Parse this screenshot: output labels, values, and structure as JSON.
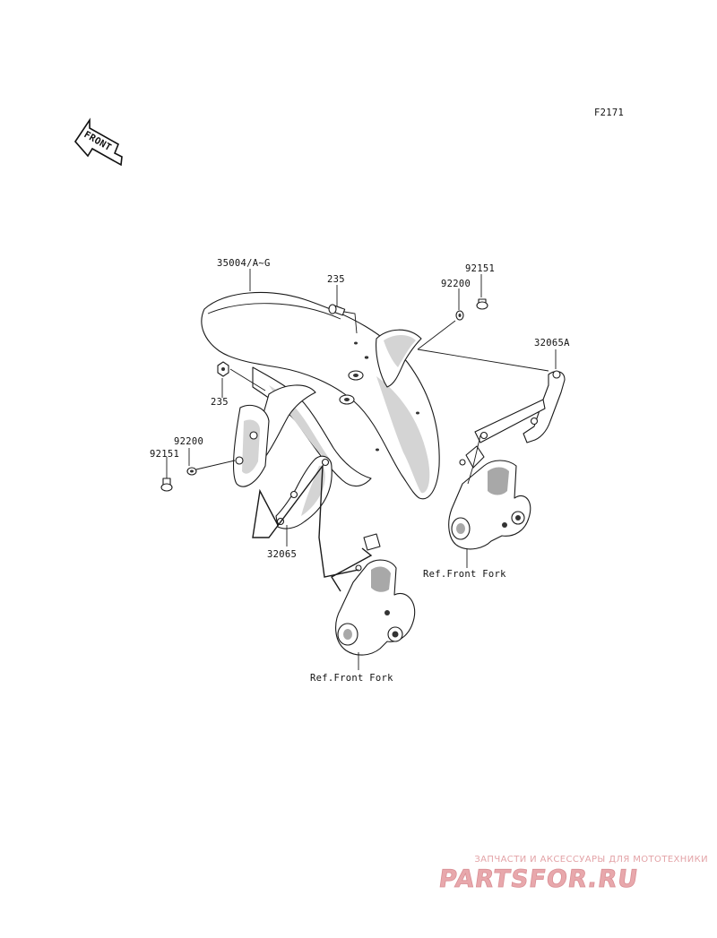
{
  "diagram": {
    "code": "F2171",
    "front_arrow_text": "FRONT",
    "parts": {
      "fender": "35004/A~G",
      "bolt_top": "235",
      "bolt_left": "235",
      "washer_right": "92200",
      "bolt_right": "92151",
      "washer_left": "92200",
      "bolt_left_lower": "92151",
      "bracket_left": "32065",
      "bracket_right": "32065A"
    },
    "references": {
      "fork_right": "Ref.Front Fork",
      "fork_left": "Ref.Front Fork"
    }
  },
  "watermark": {
    "tagline": "ЗАПЧАСТИ И АКСЕССУАРЫ ДЛЯ МОТОТЕХНИКИ",
    "brand": "PARTSFOR.RU",
    "color": "#e8a8ac"
  }
}
